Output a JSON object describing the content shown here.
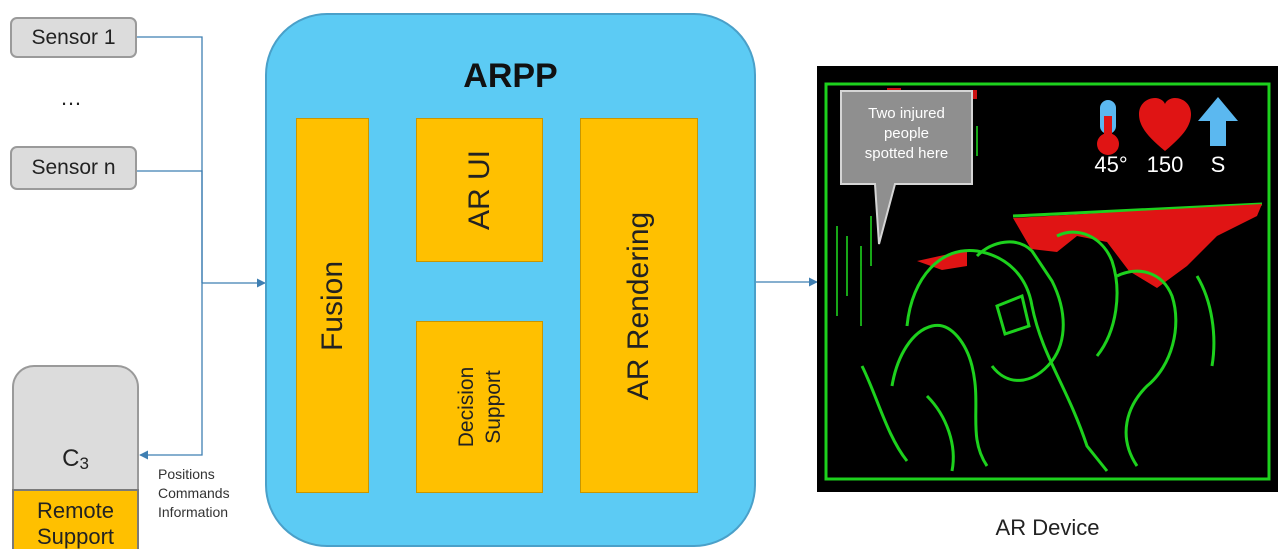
{
  "inputs": {
    "sensor_1": "Sensor 1",
    "ellipsis": "…",
    "sensor_n": "Sensor n"
  },
  "c3": {
    "label": "C3",
    "remote_line1": "Remote",
    "remote_line2": "Support"
  },
  "links": {
    "positions": "Positions",
    "commands": "Commands",
    "information": "Information"
  },
  "arpp": {
    "title": "ARPP",
    "fusion": "Fusion",
    "ar_ui": "AR UI",
    "decision_line1": "Decision",
    "decision_line2": "Support",
    "ar_rendering": "AR Rendering"
  },
  "device": {
    "label": "AR Device",
    "callout_line1": "Two injured",
    "callout_line2": "people",
    "callout_line3": "spotted here",
    "temperature": "45°",
    "heart_rate": "150",
    "heading": "S"
  },
  "colors": {
    "arpp_fill": "#5ccbf4",
    "module_fill": "#ffc000",
    "sensor_fill": "#dcdcdc",
    "connector": "#3f7fb2",
    "hud_green": "#1dd11d",
    "hud_red": "#e01414",
    "hud_arrow": "#5bb8f0"
  }
}
